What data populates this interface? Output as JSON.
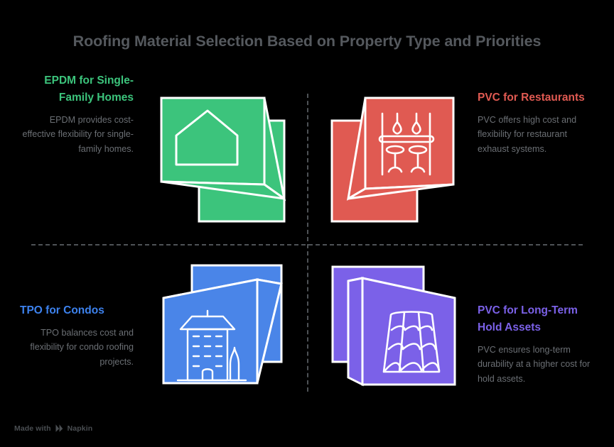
{
  "title": "Roofing Material Selection Based on Property Type and Priorities",
  "background_color": "#000000",
  "title_color": "#55595e",
  "divider_color": "#4e5256",
  "quadrants": [
    {
      "id": "top-left",
      "heading": "EPDM for Single-Family Homes",
      "description": "EPDM provides cost-effective flexibility for single-family homes.",
      "color": "#3cc47c",
      "icon": "house-icon",
      "material": "EPDM",
      "property_type": "Single-Family Homes"
    },
    {
      "id": "top-right",
      "heading": "PVC for Restaurants",
      "description": "PVC offers high cost and flexibility for restaurant exhaust systems.",
      "color": "#e05a52",
      "icon": "bar-counter-icon",
      "material": "PVC",
      "property_type": "Restaurants"
    },
    {
      "id": "bottom-left",
      "heading": "TPO for Condos",
      "description": "TPO balances cost and flexibility for condo roofing projects.",
      "color": "#4a85e8",
      "icon": "condo-building-icon",
      "material": "TPO",
      "property_type": "Condos"
    },
    {
      "id": "bottom-right",
      "heading": "PVC for Long-Term Hold Assets",
      "description": "PVC ensures long-term durability at a higher cost for hold assets.",
      "color": "#7b61e8",
      "icon": "roof-tiles-icon",
      "material": "PVC",
      "property_type": "Long-Term Hold Assets"
    }
  ],
  "footer": {
    "made_with_label": "Made with",
    "brand": "Napkin",
    "color": "#4a4e52"
  }
}
